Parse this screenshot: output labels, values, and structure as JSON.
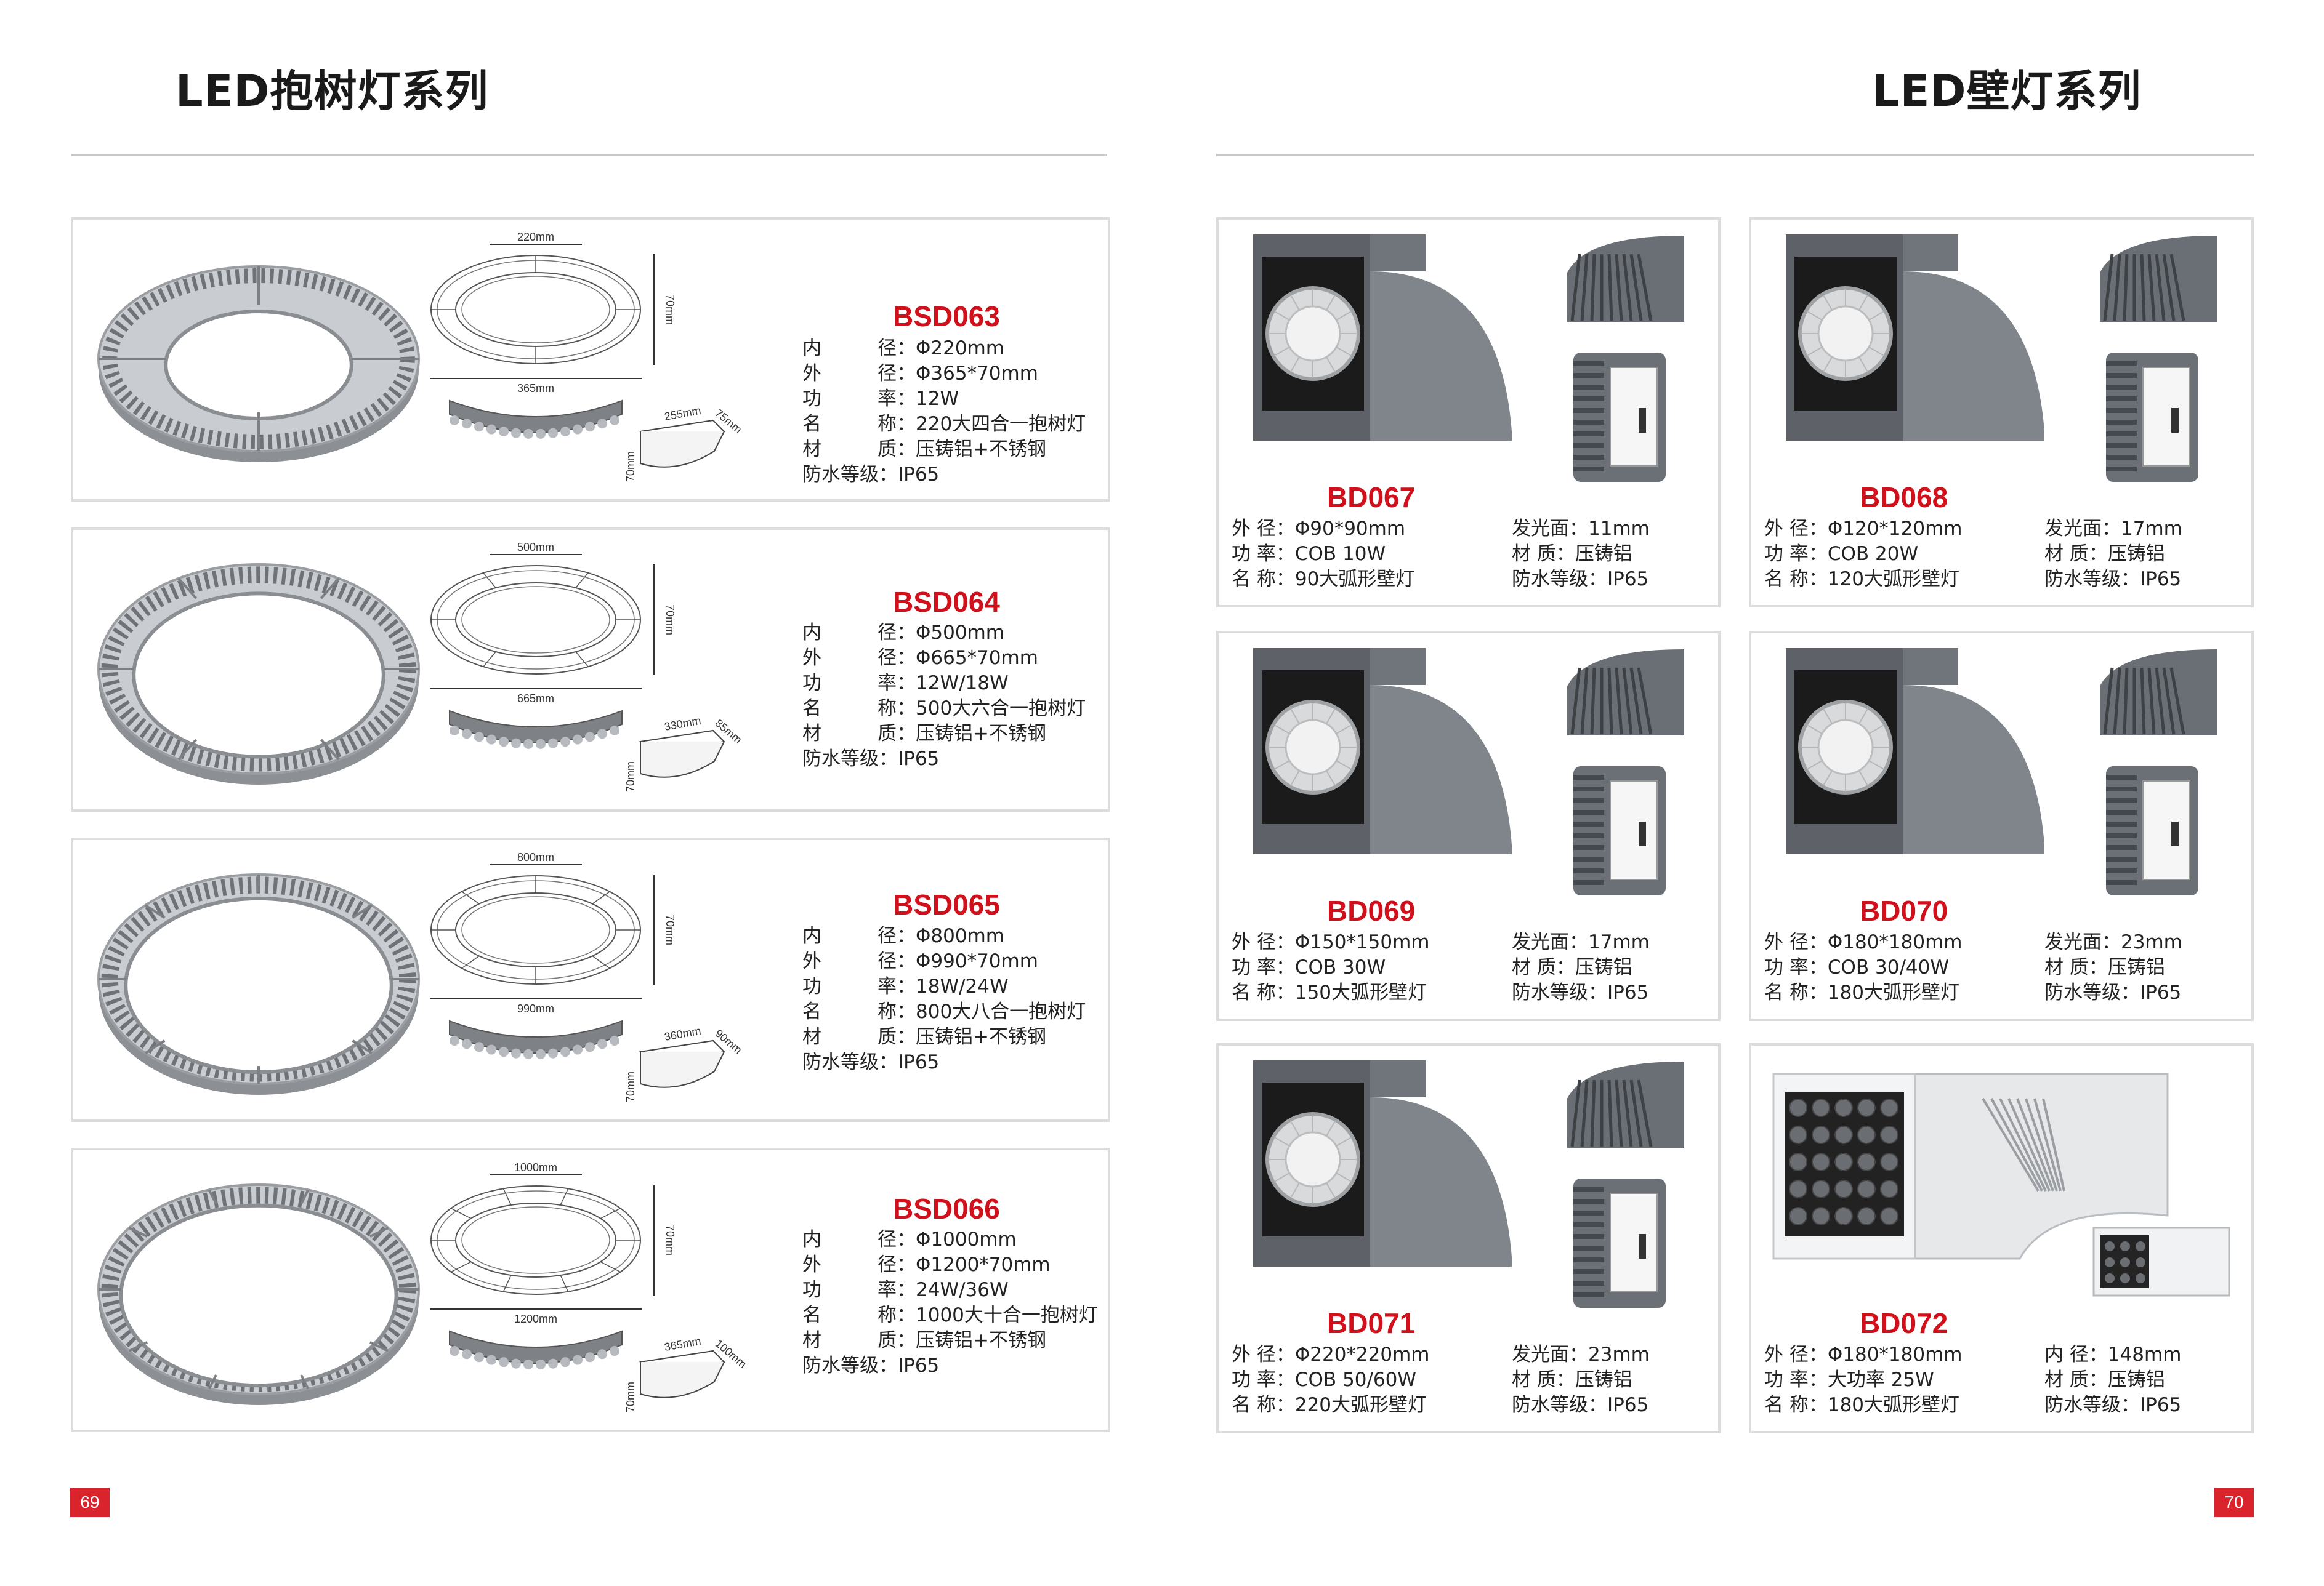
{
  "left": {
    "title": "LED抱树灯系列",
    "page_number": "69",
    "products": [
      {
        "code": "BSD063",
        "dims": {
          "inner": "220mm",
          "outer": "365mm",
          "height": "70mm",
          "segment": "255mm",
          "width": "75mm",
          "sheight": "70mm"
        },
        "specs": [
          {
            "k": "内",
            "v": "径：Φ220mm"
          },
          {
            "k": "外",
            "v": "径：Φ365*70mm"
          },
          {
            "k": "功",
            "v": "率：12W"
          },
          {
            "k": "名",
            "v": "称：220大四合一抱树灯"
          },
          {
            "k": "材",
            "v": "质：压铸铝+不锈钢"
          },
          {
            "k": "防水等级",
            "v": "：IP65"
          }
        ]
      },
      {
        "code": "BSD064",
        "dims": {
          "inner": "500mm",
          "outer": "665mm",
          "height": "70mm",
          "segment": "330mm",
          "width": "85mm",
          "sheight": "70mm"
        },
        "specs": [
          {
            "k": "内",
            "v": "径：Φ500mm"
          },
          {
            "k": "外",
            "v": "径：Φ665*70mm"
          },
          {
            "k": "功",
            "v": "率：12W/18W"
          },
          {
            "k": "名",
            "v": "称：500大六合一抱树灯"
          },
          {
            "k": "材",
            "v": "质：压铸铝+不锈钢"
          },
          {
            "k": "防水等级",
            "v": "：IP65"
          }
        ]
      },
      {
        "code": "BSD065",
        "dims": {
          "inner": "800mm",
          "outer": "990mm",
          "height": "70mm",
          "segment": "360mm",
          "width": "90mm",
          "sheight": "70mm"
        },
        "specs": [
          {
            "k": "内",
            "v": "径：Φ800mm"
          },
          {
            "k": "外",
            "v": "径：Φ990*70mm"
          },
          {
            "k": "功",
            "v": "率：18W/24W"
          },
          {
            "k": "名",
            "v": "称：800大八合一抱树灯"
          },
          {
            "k": "材",
            "v": "质：压铸铝+不锈钢"
          },
          {
            "k": "防水等级",
            "v": "：IP65"
          }
        ]
      },
      {
        "code": "BSD066",
        "dims": {
          "inner": "1000mm",
          "outer": "1200mm",
          "height": "70mm",
          "segment": "365mm",
          "width": "100mm",
          "sheight": "70mm"
        },
        "specs": [
          {
            "k": "内",
            "v": "径：Φ1000mm"
          },
          {
            "k": "外",
            "v": "径：Φ1200*70mm"
          },
          {
            "k": "功",
            "v": "率：24W/36W"
          },
          {
            "k": "名",
            "v": "称：1000大十合一抱树灯"
          },
          {
            "k": "材",
            "v": "质：压铸铝+不锈钢"
          },
          {
            "k": "防水等级",
            "v": "：IP65"
          }
        ]
      }
    ]
  },
  "right": {
    "title": "LED壁灯系列",
    "page_number": "70",
    "products": [
      {
        "code": "BD067",
        "a": [
          "外 径：Φ90*90mm",
          "功 率：COB 10W",
          "名 称：90大弧形壁灯"
        ],
        "b": [
          "发光面：11mm",
          "材 质：压铸铝",
          "防水等级：IP65"
        ]
      },
      {
        "code": "BD068",
        "a": [
          "外 径：Φ120*120mm",
          "功 率：COB 20W",
          "名 称：120大弧形壁灯"
        ],
        "b": [
          "发光面：17mm",
          "材 质：压铸铝",
          "防水等级：IP65"
        ]
      },
      {
        "code": "BD069",
        "a": [
          "外 径：Φ150*150mm",
          "功 率：COB 30W",
          "名 称：150大弧形壁灯"
        ],
        "b": [
          "发光面：17mm",
          "材 质：压铸铝",
          "防水等级：IP65"
        ]
      },
      {
        "code": "BD070",
        "a": [
          "外 径：Φ180*180mm",
          "功 率：COB 30/40W",
          "名 称：180大弧形壁灯"
        ],
        "b": [
          "发光面：23mm",
          "材 质：压铸铝",
          "防水等级：IP65"
        ]
      },
      {
        "code": "BD071",
        "a": [
          "外 径：Φ220*220mm",
          "功 率：COB 50/60W",
          "名 称：220大弧形壁灯"
        ],
        "b": [
          "发光面：23mm",
          "材 质：压铸铝",
          "防水等级：IP65"
        ]
      },
      {
        "code": "BD072",
        "a": [
          "外 径：Φ180*180mm",
          "功 率：大功率 25W",
          "名 称：180大弧形壁灯"
        ],
        "b": [
          "内 径：148mm",
          "材 质：压铸铝",
          "防水等级：IP65"
        ]
      }
    ]
  },
  "colors": {
    "accent_red": "#d0101a",
    "frame": "#dcdcdc",
    "rule": "#c9c9c9",
    "fixture_grey": "#6d7278"
  }
}
